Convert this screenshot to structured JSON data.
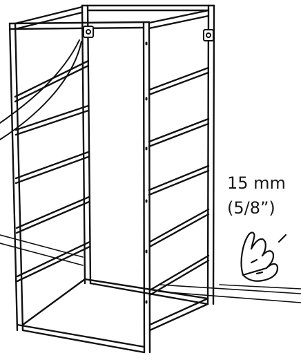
{
  "measurement": {
    "metric": "15 mm",
    "imperial": "(5/8”)"
  },
  "icons": {
    "hand": "finger-press-icon",
    "frame": "wire-rack-frame-illustration"
  },
  "colors": {
    "line": "#111111",
    "background": "#ffffff"
  }
}
